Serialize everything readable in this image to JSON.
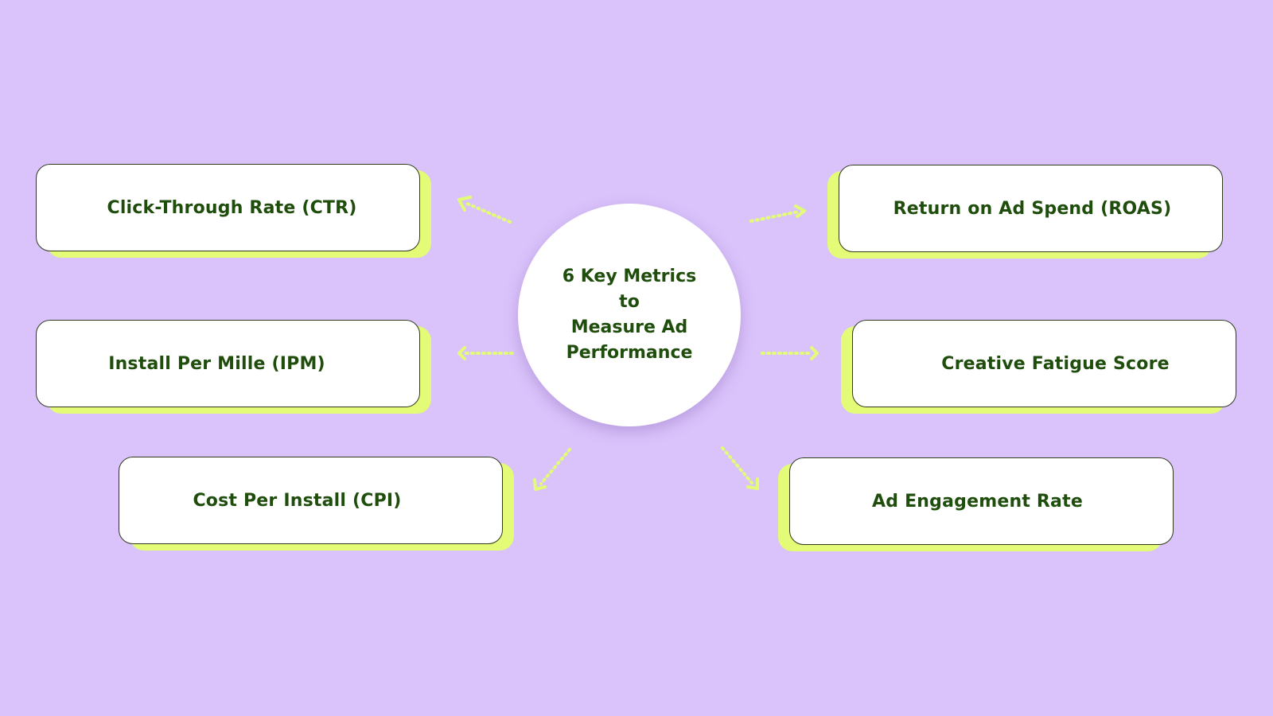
{
  "hub": {
    "title": "6 Key Metrics to\nMeasure Ad\nPerformance"
  },
  "metrics": [
    {
      "label": "Click-Through Rate (CTR)"
    },
    {
      "label": "Install Per Mille (IPM)"
    },
    {
      "label": "Cost Per Install (CPI)"
    },
    {
      "label": "Return on Ad Spend (ROAS)"
    },
    {
      "label": "Creative Fatigue Score"
    },
    {
      "label": "Ad Engagement Rate"
    }
  ],
  "colors": {
    "background": "#dac3fb",
    "card": "#ffffff",
    "card_shadow": "#e3fb77",
    "text": "#1f4d0c",
    "arrow": "#e3fb77"
  }
}
